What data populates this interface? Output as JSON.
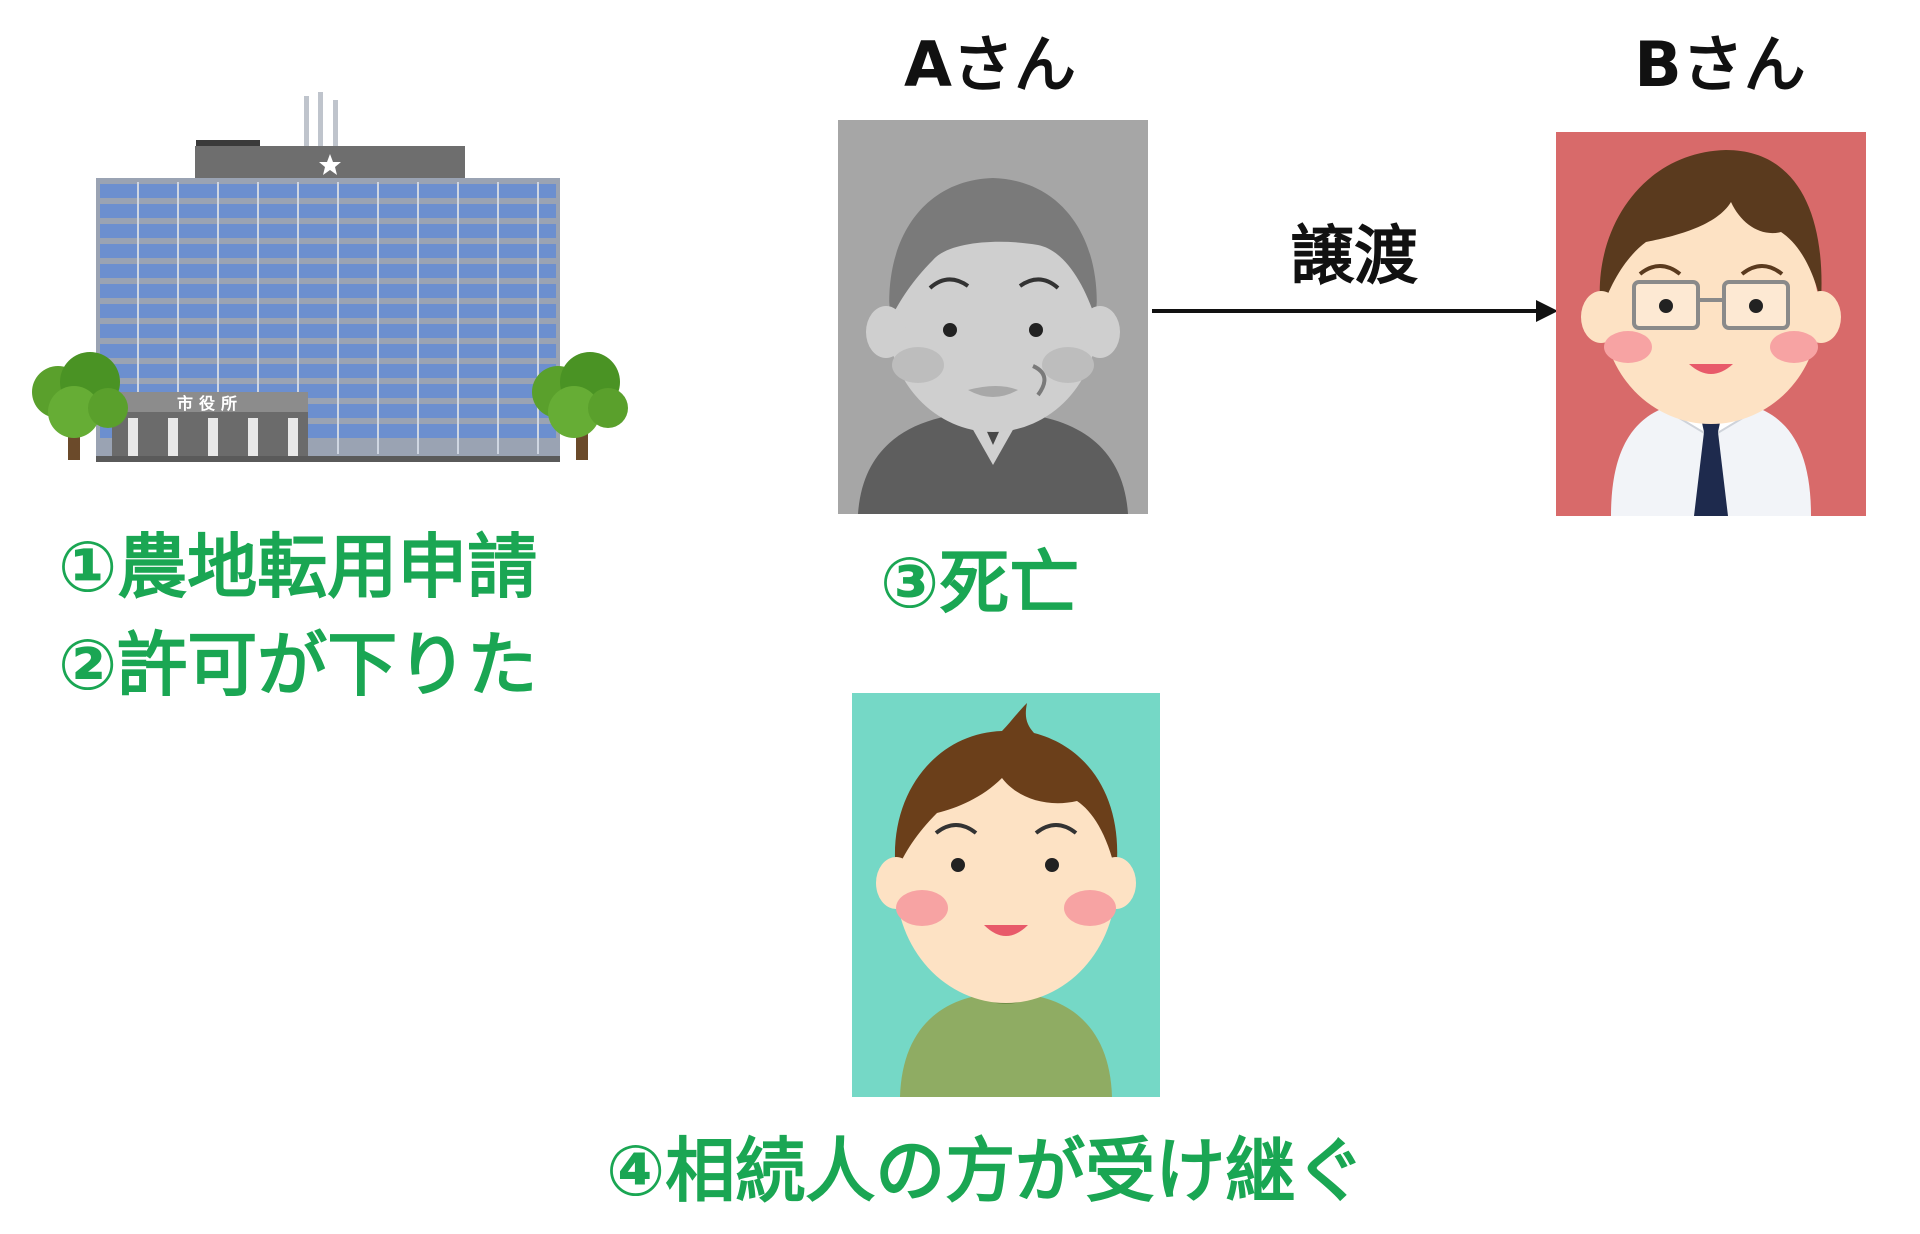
{
  "people": {
    "a": {
      "name": "Aさん"
    },
    "b": {
      "name": "Bさん"
    }
  },
  "city_hall": {
    "sign": "市役所"
  },
  "transfer": {
    "label": "譲渡"
  },
  "steps": {
    "step1": "①農地転用申請",
    "step2": "②許可が下りた",
    "step3": "③死亡",
    "step4": "④相続人の方が受け継ぐ"
  },
  "colors": {
    "step_text": "#1aa653",
    "portrait_a_bg": "#a6a6a6",
    "portrait_b_bg": "#d86a6a",
    "portrait_heir_bg": "#75d8c6"
  },
  "icons": [
    "city-hall-icon",
    "deceased-man-icon",
    "businessman-icon",
    "heir-man-icon",
    "arrow-right-icon"
  ]
}
